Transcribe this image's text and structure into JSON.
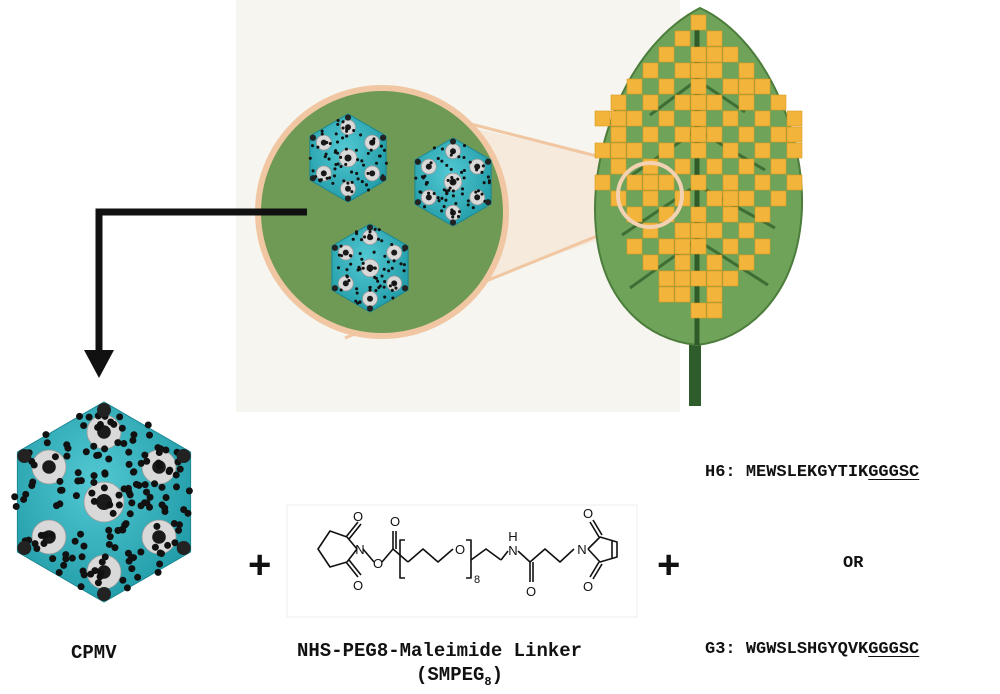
{
  "colors": {
    "capsid": "#36b6c1",
    "capsid_dark": "#1d7d86",
    "leaf": "#6fa35a",
    "leaf_vein": "#2f5a2a",
    "patch": "#f2b43a",
    "zoom_circle_fill": "#6e9a55",
    "zoom_ring": "#f0c7a2",
    "arrow": "#111111"
  },
  "labels": {
    "cpmv": "CPMV",
    "linker_line1": "NHS-PEG8-Maleimide Linker",
    "linker_line2_main": "(SMPEG",
    "linker_line2_sub": "8",
    "linker_line2_close": ")",
    "or": "OR",
    "plus": "+"
  },
  "peptides": {
    "h6": {
      "id": "H6:",
      "seq": "MEWSLEKGYTIK",
      "tag": "GGGSC"
    },
    "g3": {
      "id": "G3:",
      "seq": "WGWSLSHGYQVK",
      "tag": "GGGSC"
    }
  },
  "structure": {
    "o1": "O",
    "o2": "O",
    "o3": "O",
    "o4": "O",
    "o5": "O",
    "o6": "O",
    "n1": "N",
    "n2": "N",
    "nh": "H",
    "repeat": "8"
  }
}
